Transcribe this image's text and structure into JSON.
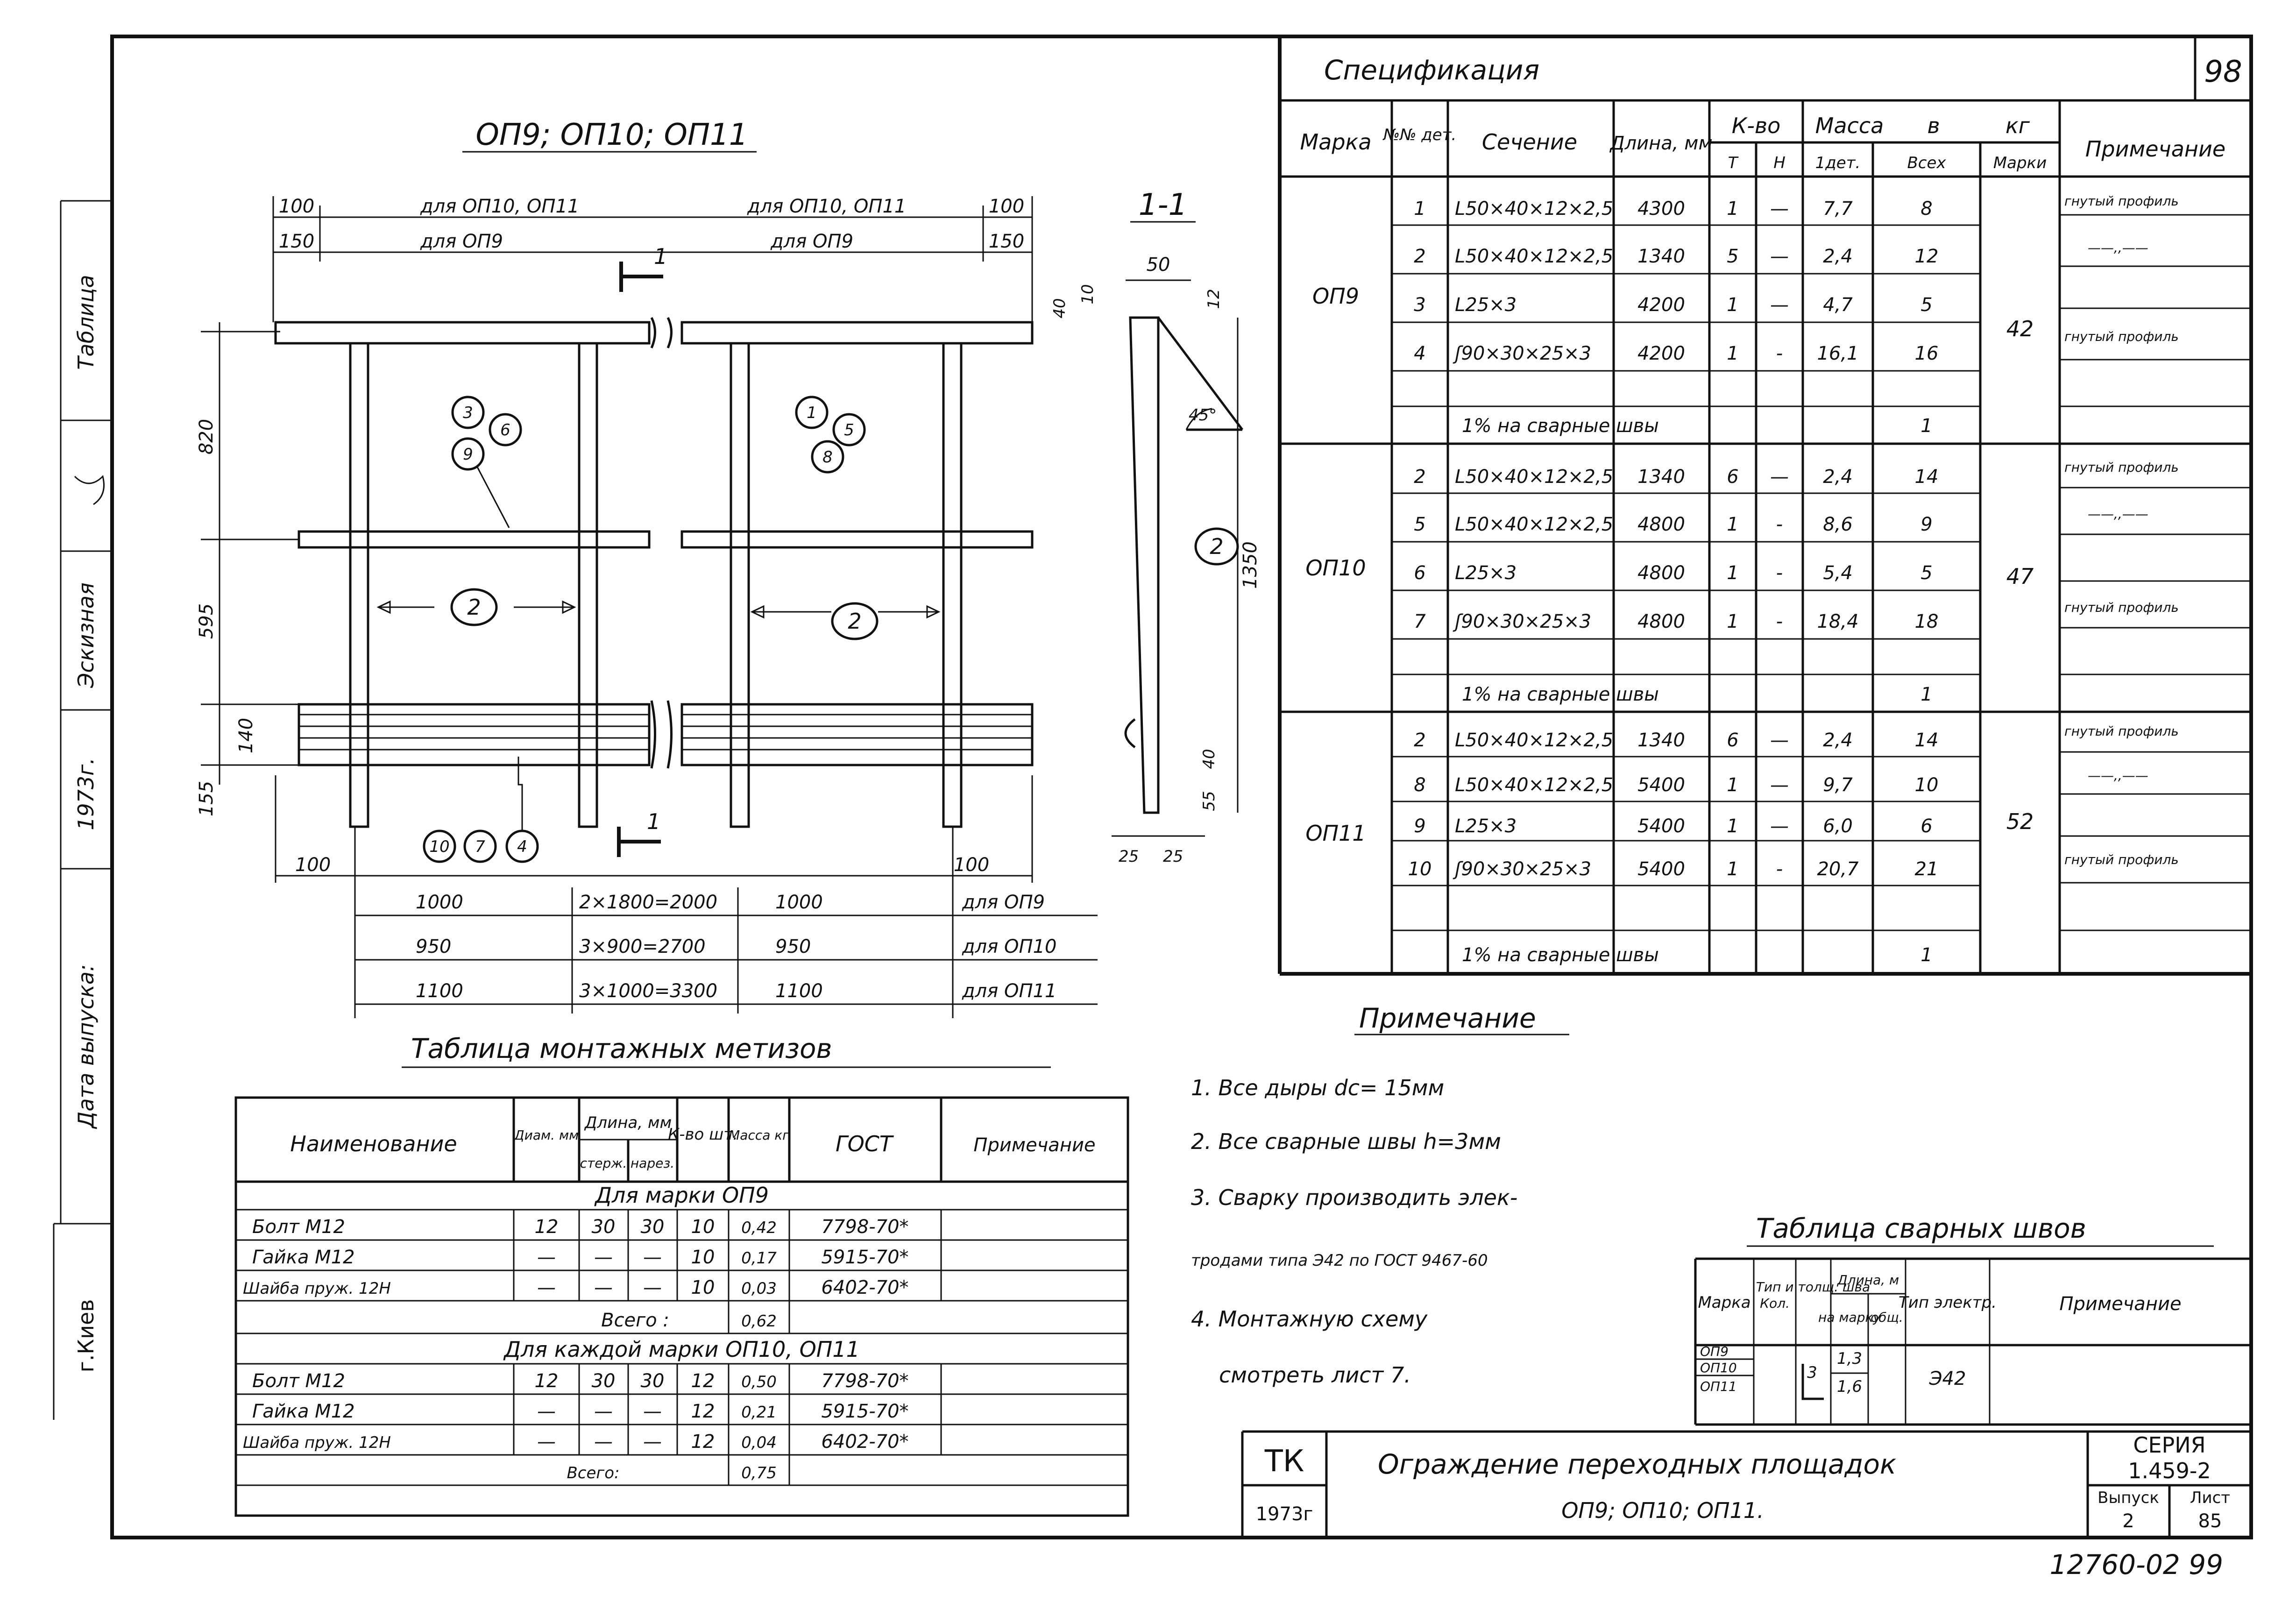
{
  "sheet_number": "98",
  "footer_number": "12760-02 99",
  "margin": {
    "stamp_1": "Таблица",
    "stamp_2": "Эскизная",
    "stamp_3": "1973г.",
    "date_label": "Дата выпуска:",
    "city": "г.Киев"
  },
  "drawing": {
    "title": "ОП9; ОП10; ОП11",
    "section": "1-1",
    "dims_top": {
      "r1l": "100",
      "r1ld": "для ОП10, ОП11",
      "r1rd": "для ОП10, ОП11",
      "r1r": "100",
      "r2l": "150",
      "r2ld": "для ОП9",
      "r2rd": "для ОП9",
      "r2r": "150"
    },
    "dims_left": {
      "d1": "820",
      "d2": "595",
      "d3": "140",
      "d4": "155"
    },
    "dims_bottom": {
      "l": "100",
      "r": "100"
    },
    "bottom_rows": [
      {
        "a": "1000",
        "b": "2×1800=2000",
        "c": "1000",
        "d": "для ОП9"
      },
      {
        "a": "950",
        "b": "3×900=2700",
        "c": "950",
        "d": "для ОП10"
      },
      {
        "a": "1100",
        "b": "3×1000=3300",
        "c": "1100",
        "d": "для ОП11"
      }
    ],
    "balloons": {
      "a1": "3",
      "a2": "6",
      "a3": "9",
      "b1": "1",
      "b2": "5",
      "b3": "8",
      "c1": "10",
      "c2": "7",
      "c3": "4",
      "pos2": "2",
      "sec_mark": "1"
    },
    "section_dims": {
      "w": "50",
      "a": "40",
      "b": "10",
      "c": "12",
      "angle": "45°",
      "h": "1350",
      "e": "40",
      "f": "55",
      "g1": "25",
      "g2": "25"
    }
  },
  "spec": {
    "title": "Спецификация",
    "h": {
      "marka": "Марка",
      "ndet": "№№ дет.",
      "sech": "Сечение",
      "len": "Длина, мм",
      "kvo": "К-во",
      "t": "Т",
      "n": "Н",
      "massa": "Масса",
      "v": "в",
      "kg": "кг",
      "onedet": "1дет.",
      "vsex": "Всех",
      "marki": "Марки",
      "prim": "Примечание"
    },
    "groups": [
      {
        "marka": "ОП9",
        "mass": "42",
        "rows": [
          {
            "n": "1",
            "sec": "L50×40×12×2,5",
            "len": "4300",
            "t": "1",
            "h": "—",
            "m1": "7,7",
            "mall": "8",
            "note": "гнутый профиль"
          },
          {
            "n": "2",
            "sec": "L50×40×12×2,5",
            "len": "1340",
            "t": "5",
            "h": "—",
            "m1": "2,4",
            "mall": "12",
            "note": "——,,——"
          },
          {
            "n": "3",
            "sec": "L25×3",
            "len": "4200",
            "t": "1",
            "h": "—",
            "m1": "4,7",
            "mall": "5",
            "note": "гнутый профиль"
          },
          {
            "n": "4",
            "sec": "ʃ90×30×25×3",
            "len": "4200",
            "t": "1",
            "h": "-",
            "m1": "16,1",
            "mall": "16",
            "note": ""
          }
        ],
        "weld": "1% на сварные швы",
        "weld_mass": "1"
      },
      {
        "marka": "ОП10",
        "mass": "47",
        "rows": [
          {
            "n": "2",
            "sec": "L50×40×12×2,5",
            "len": "1340",
            "t": "6",
            "h": "—",
            "m1": "2,4",
            "mall": "14",
            "note": "гнутый профиль"
          },
          {
            "n": "5",
            "sec": "L50×40×12×2,5",
            "len": "4800",
            "t": "1",
            "h": "-",
            "m1": "8,6",
            "mall": "9",
            "note": "——,,——"
          },
          {
            "n": "6",
            "sec": "L25×3",
            "len": "4800",
            "t": "1",
            "h": "-",
            "m1": "5,4",
            "mall": "5",
            "note": "гнутый профиль"
          },
          {
            "n": "7",
            "sec": "ʃ90×30×25×3",
            "len": "4800",
            "t": "1",
            "h": "-",
            "m1": "18,4",
            "mall": "18",
            "note": ""
          }
        ],
        "weld": "1% на сварные швы",
        "weld_mass": "1"
      },
      {
        "marka": "ОП11",
        "mass": "52",
        "rows": [
          {
            "n": "2",
            "sec": "L50×40×12×2,5",
            "len": "1340",
            "t": "6",
            "h": "—",
            "m1": "2,4",
            "mall": "14",
            "note": "гнутый профиль"
          },
          {
            "n": "8",
            "sec": "L50×40×12×2,5",
            "len": "5400",
            "t": "1",
            "h": "—",
            "m1": "9,7",
            "mall": "10",
            "note": "——,,——"
          },
          {
            "n": "9",
            "sec": "L25×3",
            "len": "5400",
            "t": "1",
            "h": "—",
            "m1": "6,0",
            "mall": "6",
            "note": "гнутый профиль"
          },
          {
            "n": "10",
            "sec": "ʃ90×30×25×3",
            "len": "5400",
            "t": "1",
            "h": "-",
            "m1": "20,7",
            "mall": "21",
            "note": ""
          }
        ],
        "weld": "1% на сварные швы",
        "weld_mass": "1"
      }
    ]
  },
  "notes": {
    "title": "Примечание",
    "items": [
      "1. Все дыры dс= 15мм",
      "2. Все сварные швы h=3мм",
      "3. Сварку производить элек-",
      "тродами типа Э42 по ГОСТ 9467-60",
      "4. Монтажную схему",
      "смотреть лист 7."
    ]
  },
  "fasteners": {
    "title": "Таблица монтажных метизов",
    "h": {
      "name": "Наименование",
      "diam": "Диам. мм",
      "len": "Длина, мм",
      "rod": "стерж.",
      "cut": "нарез.",
      "qty": "К-во шт.",
      "mass": "Масса кг",
      "gost": "ГОСТ",
      "note": "Примечание"
    },
    "sec1": "Для марки ОП9",
    "rows1": [
      {
        "name": "Болт М12",
        "d": "12",
        "l": "30",
        "c": "30",
        "q": "10",
        "m": "0,42",
        "g": "7798-70*"
      },
      {
        "name": "Гайка М12",
        "d": "—",
        "l": "—",
        "c": "—",
        "q": "10",
        "m": "0,17",
        "g": "5915-70*"
      },
      {
        "name": "Шайба пруж. 12Н",
        "d": "—",
        "l": "—",
        "c": "—",
        "q": "10",
        "m": "0,03",
        "g": "6402-70*"
      }
    ],
    "total1_label": "Всего :",
    "total1": "0,62",
    "sec2": "Для каждой марки ОП10, ОП11",
    "rows2": [
      {
        "name": "Болт М12",
        "d": "12",
        "l": "30",
        "c": "30",
        "q": "12",
        "m": "0,50",
        "g": "7798-70*"
      },
      {
        "name": "Гайка М12",
        "d": "—",
        "l": "—",
        "c": "—",
        "q": "12",
        "m": "0,21",
        "g": "5915-70*"
      },
      {
        "name": "Шайба пруж. 12Н",
        "d": "—",
        "l": "—",
        "c": "—",
        "q": "12",
        "m": "0,04",
        "g": "6402-70*"
      }
    ],
    "total2_label": "Всего:",
    "total2": "0,75"
  },
  "welds": {
    "title": "Таблица сварных швов",
    "h": {
      "marka": "Марка",
      "kol": "Кол.",
      "type": "Тип и толщ. шва",
      "len": "Длина, м",
      "onemark": "на марку",
      "total": "общ.",
      "el": "Тип электр.",
      "note": "Примечание"
    },
    "marks": [
      "ОП9",
      "ОП10",
      "ОП11"
    ],
    "type": "3",
    "len1": "1,3",
    "len2": "1,6",
    "el": "Э42"
  },
  "title_block": {
    "org": "ТК",
    "year": "1973г",
    "title1": "Ограждение переходных площадок",
    "title2": "ОП9; ОП10; ОП11.",
    "series_label": "СЕРИЯ",
    "series": "1.459-2",
    "vyp_label": "Выпуск",
    "vyp": "2",
    "list_label": "Лист",
    "list": "85"
  }
}
